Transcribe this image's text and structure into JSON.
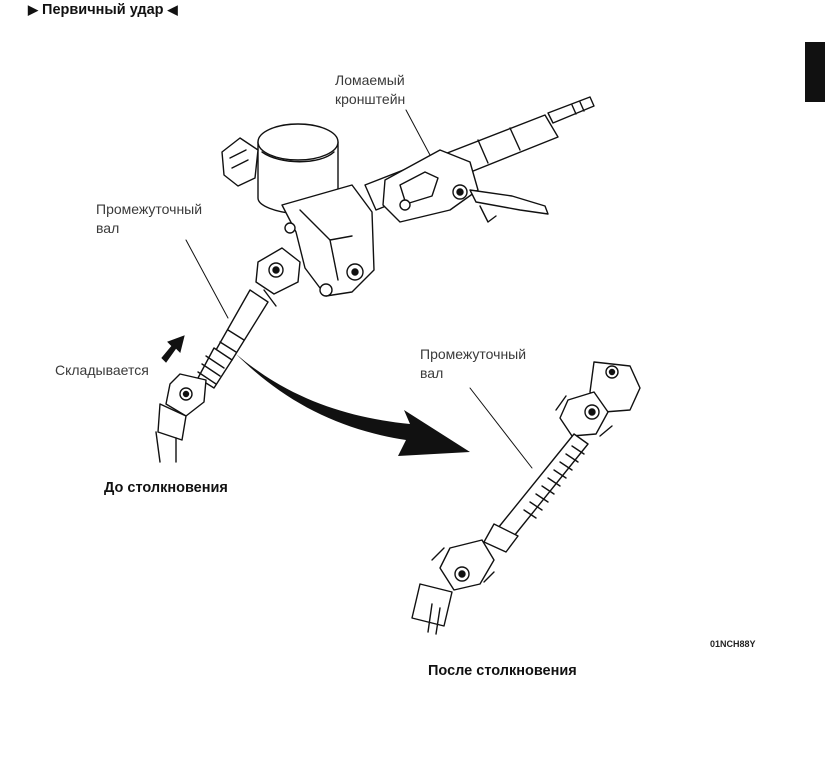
{
  "header": {
    "title": "Первичный удар",
    "left_marker": "▶",
    "right_marker": "◀"
  },
  "labels": {
    "breakable_bracket_line1": "Ломаемый",
    "breakable_bracket_line2": "кронштейн",
    "intermediate_shaft_top_line1": "Промежуточный",
    "intermediate_shaft_top_line2": "вал",
    "collapses": "Складывается",
    "before_collision": "До столкновения",
    "intermediate_shaft_bottom_line1": "Промежуточный",
    "intermediate_shaft_bottom_line2": "вал",
    "after_collision": "После столкновения",
    "figure_code": "01NCH88Y"
  },
  "colors": {
    "ink": "#111111",
    "label_text": "#3a3a3a",
    "tab": "#111111"
  }
}
